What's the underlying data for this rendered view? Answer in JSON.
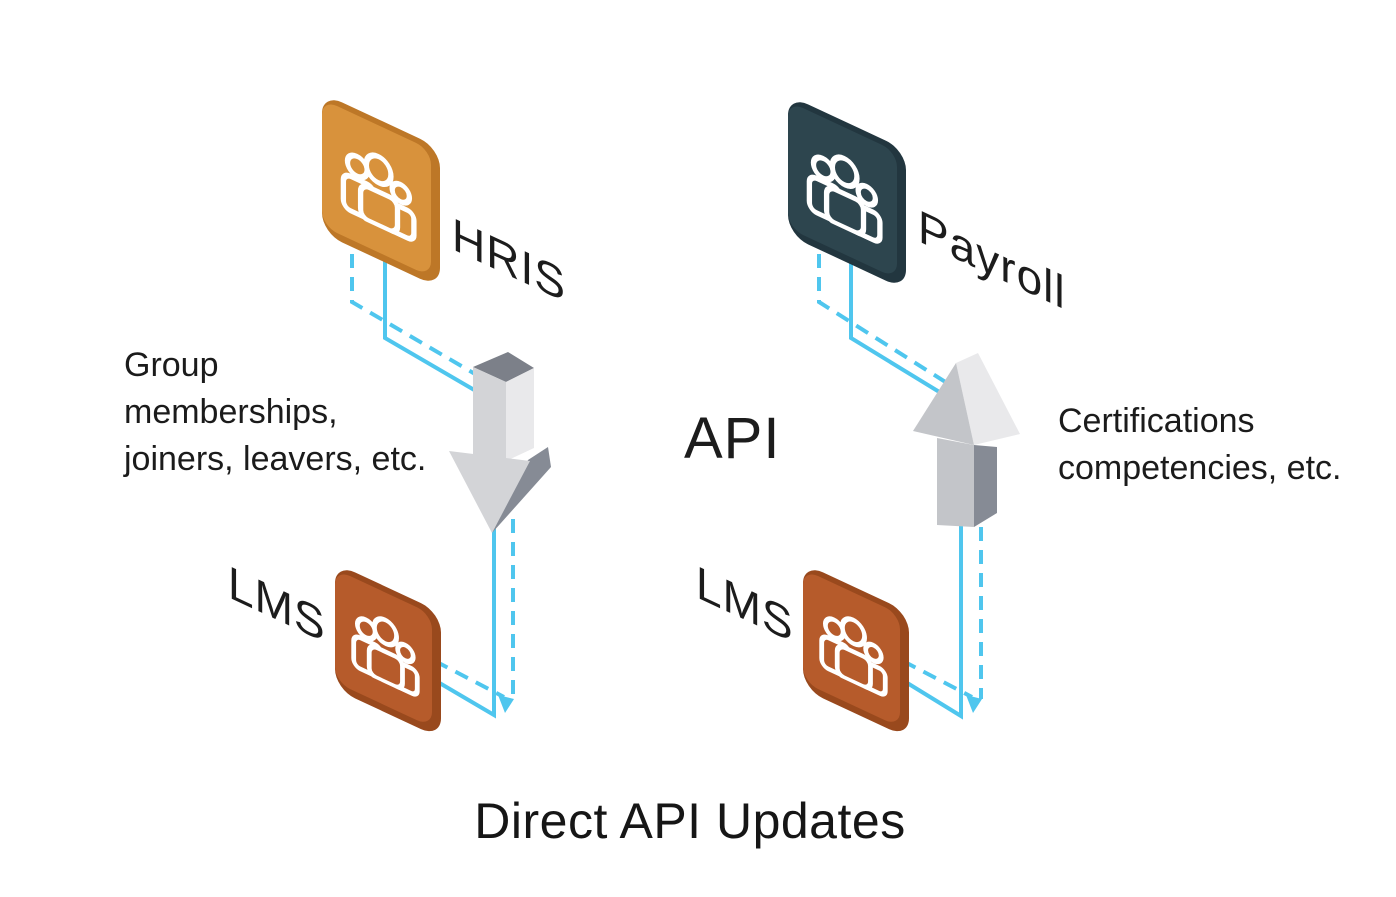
{
  "title": {
    "text": "Direct API Updates"
  },
  "api_label": "API",
  "nodes": {
    "hris": {
      "label": "HRIS",
      "face": "#d8923c",
      "rim": "#bd7727"
    },
    "payroll": {
      "label": "Payroll",
      "face": "#2d454e",
      "rim": "#22363f"
    },
    "lms_left": {
      "label": "LMS",
      "face": "#b65b2b",
      "rim": "#99491d"
    },
    "lms_right": {
      "label": "LMS",
      "face": "#b65b2b",
      "rim": "#99491d"
    }
  },
  "annotations": {
    "left": {
      "line1": "Group",
      "line2": "memberships,",
      "line3": "joiners, leavers, etc."
    },
    "right": {
      "line1": "Certifications",
      "line2": "competencies, etc."
    }
  },
  "icons": {
    "node_icon": "people-group-icon",
    "down_arrow": "down-arrow-3d-icon",
    "up_arrow": "up-arrow-3d-icon"
  },
  "colors": {
    "connector_blue": "#4fc6ee",
    "text": "#1c1c1c",
    "arrow_top_dark": "#7c8089",
    "arrow_side_dark": "#868b95",
    "arrow_light": "#d3d4d7",
    "arrow_lighter": "#e9e9eb",
    "arrow_medium": "#c3c5c9"
  }
}
